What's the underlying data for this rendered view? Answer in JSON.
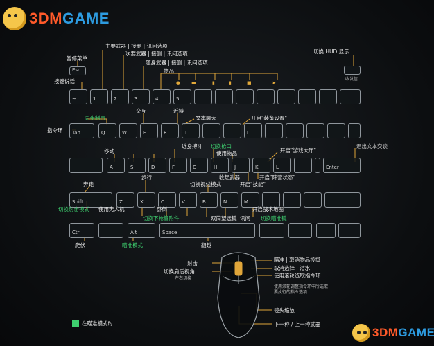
{
  "watermark": {
    "text_part1": "3DM",
    "text_part2": "GAME"
  },
  "keys": {
    "esc": "Esc",
    "tilde": "~",
    "k1": "1",
    "k2": "2",
    "k3": "3",
    "k4": "4",
    "k5": "5",
    "tab": "Tab",
    "q": "Q",
    "w": "W",
    "e": "E",
    "r": "R",
    "t": "T",
    "i": "I",
    "a": "A",
    "s": "S",
    "d": "D",
    "f": "F",
    "g": "G",
    "h": "H",
    "j": "J",
    "k": "K",
    "l": "L",
    "enter": "Enter",
    "shift": "Shift",
    "z": "Z",
    "x": "X",
    "c": "C",
    "v": "V",
    "b": "B",
    "n": "N",
    "m": "M",
    "ctrl": "Ctrl",
    "alt": "Alt",
    "space": "Space"
  },
  "labels": {
    "pause_menu": "暂停菜单",
    "main_weapon": "主要武器 | 接删 | 讯问选项",
    "secondary_weapon": "次要武器 | 接删 | 讯问选项",
    "sidearm": "随身武器 | 接删 | 讯问选项",
    "item": "物品",
    "push_to_talk": "按键说话",
    "toggle_hud": "切换 HUD 显示",
    "hud_small": "收发信",
    "interact": "交互",
    "melee": "近搏",
    "text_chat": "文本聊天",
    "sync_plan": "同步制击",
    "open_equipment": "开启\"装备设置\"",
    "command_ring": "指令环",
    "move": "移动",
    "melee_fight": "近身搏斗",
    "switch_shoulder": "切换枪口",
    "use_item": "使用物品",
    "open_tactical_hall": "开启\"游戏大厅\"",
    "exit_text_chat": "退出文本交谈",
    "sprint": "奔跑",
    "crouch_walk": "步行",
    "collect_loot": "收起武器",
    "open_skills": "开启\"技能\"",
    "open_team_status": "开启\"阵营状态\"",
    "toggle_view_mode": "切换视线模式",
    "switch_fire_mode": "切换射击模式",
    "use_drone": "使用无人机",
    "prone": "卧倒",
    "switch_scope": "切换下枪管附件",
    "binoculars": "双筒望远镜",
    "interrogate": "讯问",
    "switch_aim_scope": "切换瞄准镜",
    "open_tactical_map": "开启战术地图",
    "crawl": "爬伏",
    "aim_mode": "瞄准模式",
    "jump": "翻越",
    "fire": "射击",
    "switch_shoulder_view": "切换肩后视角",
    "shoulder_small": "左右切换",
    "aim_cancel": "瞄准 | 取消物品投掷",
    "cancel_select": "取消选择 | 潜水",
    "use_scroll": "使用滚轮选取指令环",
    "scroll_small_1": "使用滚轮调整指令环中所选取",
    "scroll_small_2": "要执行的指令选项",
    "lens_zoom": "镜头缩放",
    "next_prev_weapon": "下一种 / 上一种武器",
    "legend_aim": "在瞄准模式时"
  },
  "colors": {
    "accent_line": "#e0a63a",
    "green": "#3ecf6f",
    "key_border": "#8f969c"
  }
}
